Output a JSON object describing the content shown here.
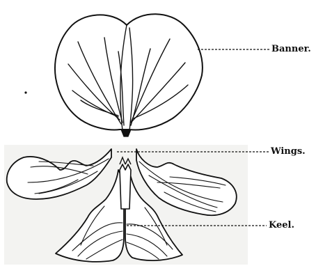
{
  "figure": {
    "top_caption": "",
    "labels": {
      "banner": "Banner.",
      "wings": "Wings.",
      "keel": "Keel."
    }
  },
  "colors": {
    "ink": "#111111",
    "paper": "#ffffff",
    "wash": "#f3f3f1"
  }
}
